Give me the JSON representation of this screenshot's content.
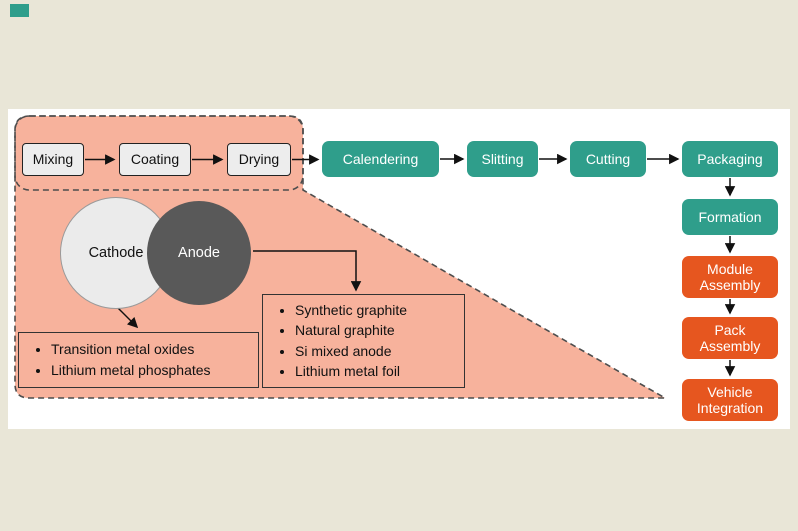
{
  "colors": {
    "page-bg": "#e9e6d7",
    "panel-bg": "#ffffff",
    "teal": "#2f9e8b",
    "orange": "#e6561f",
    "salmon": "#f7b29c",
    "step-gray": "#ededed",
    "cathode-fill": "#ebebeb",
    "anode-fill": "#595959",
    "line": "#1a1a1a"
  },
  "flow": {
    "electrode": {
      "steps": [
        "Mixing",
        "Coating",
        "Drying"
      ],
      "cathode_label": "Cathode",
      "anode_label": "Anode",
      "cathode_materials": [
        "Transition metal oxides",
        "Lithium metal phosphates"
      ],
      "anode_materials": [
        "Synthetic graphite",
        "Natural graphite",
        "Si mixed anode",
        "Lithium metal foil"
      ]
    },
    "cell": [
      "Calendering",
      "Slitting",
      "Cutting",
      "Packaging",
      "Formation"
    ],
    "pack": [
      "Module Assembly",
      "Pack Assembly",
      "Vehicle Integration"
    ]
  }
}
